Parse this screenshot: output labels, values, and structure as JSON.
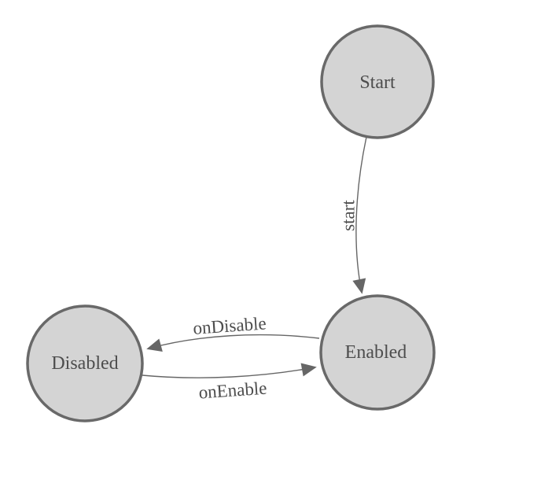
{
  "diagram": {
    "type": "state-machine",
    "nodes": [
      {
        "id": "start",
        "label": "Start"
      },
      {
        "id": "enabled",
        "label": "Enabled"
      },
      {
        "id": "disabled",
        "label": "Disabled"
      }
    ],
    "edges": [
      {
        "id": "start-transition",
        "label": "start",
        "from": "Start",
        "to": "Enabled"
      },
      {
        "id": "on-disable",
        "label": "onDisable",
        "from": "Enabled",
        "to": "Disabled"
      },
      {
        "id": "on-enable",
        "label": "onEnable",
        "from": "Disabled",
        "to": "Enabled"
      }
    ],
    "colors": {
      "background": "#ffffff",
      "node_fill": "#d4d4d4",
      "node_stroke": "#696969",
      "edge_stroke": "#666666",
      "arrow_fill": "#666666",
      "text": "#4d4d4d"
    }
  }
}
